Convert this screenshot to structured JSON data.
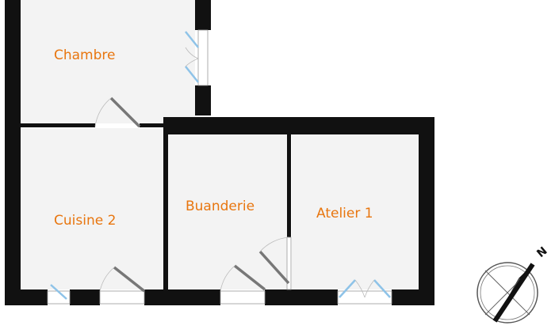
{
  "rooms": {
    "chambre": "Chambre",
    "cuisine": "Cuisine 2",
    "buanderie": "Buanderie",
    "atelier": "Atelier 1"
  },
  "compass": {
    "north_label": "N",
    "icon": "compass-rose-icon"
  },
  "colors": {
    "wall": "#111111",
    "floor": "#f3f3f3",
    "label": "#e8760f",
    "window_glass": "#8ec3e8",
    "door_leaf": "#777777"
  }
}
